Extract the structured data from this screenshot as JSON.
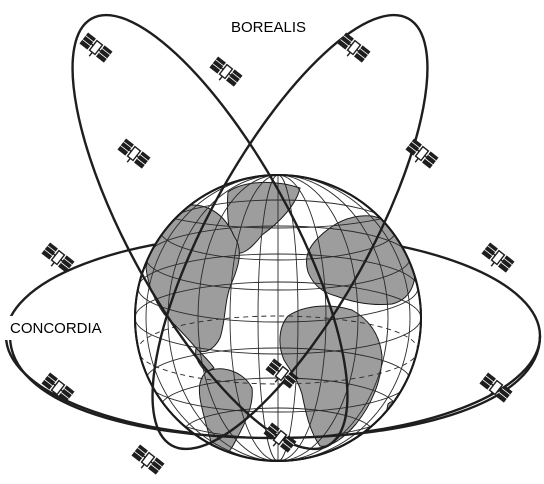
{
  "labels": {
    "borealis": "BOREALIS",
    "concordia": "CONCORDIA"
  },
  "icons": {
    "satellite": "satellite-icon",
    "globe": "earth-globe"
  },
  "colors": {
    "land": "#9d9d9d",
    "ink": "#1e1e1e",
    "background": "#ffffff"
  }
}
